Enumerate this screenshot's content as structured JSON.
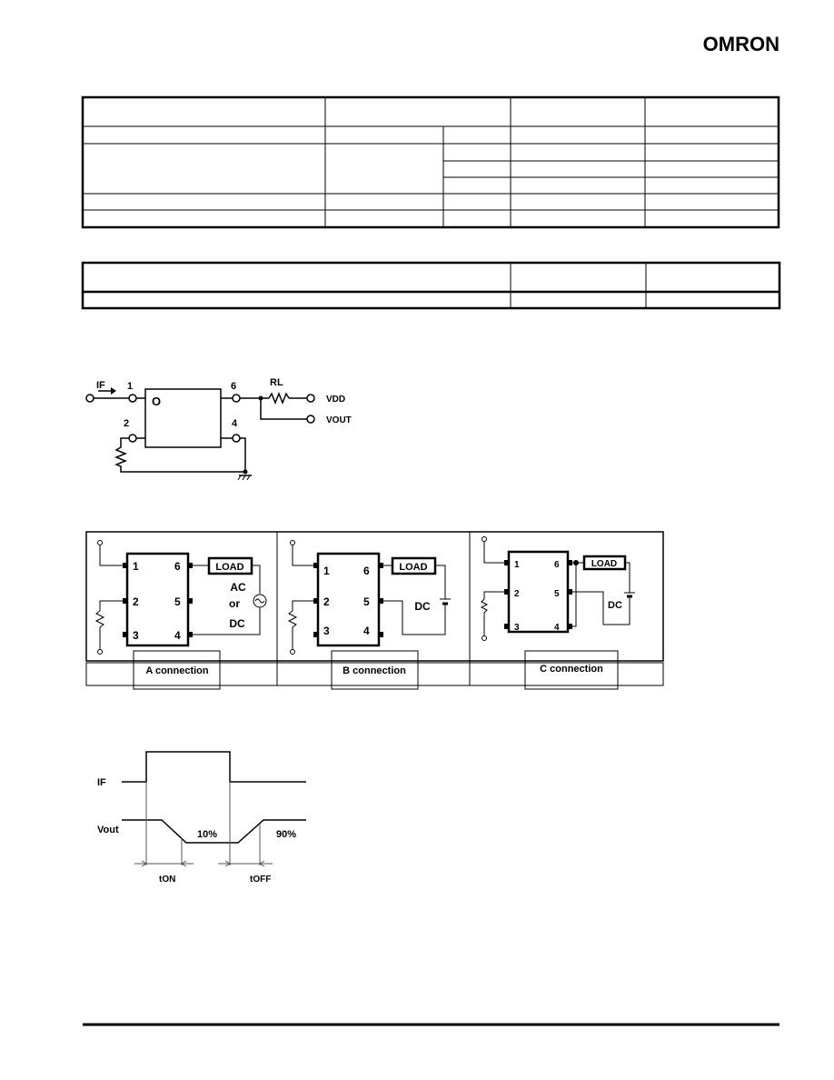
{
  "header": {
    "logo": "OMRON"
  },
  "test_circuit": {
    "input_label": "IF",
    "pin1": "1",
    "pin2": "2",
    "pin4": "4",
    "pin6": "6",
    "resistor_label": "RL",
    "vdd_label": "VDD",
    "vout_label": "VOUT",
    "chip_mark": "O"
  },
  "connections": {
    "pins": [
      "1",
      "2",
      "3",
      "4",
      "5",
      "6"
    ],
    "load_label": "LOAD",
    "a": {
      "label": "A connection",
      "supply_lines": [
        "AC",
        "or",
        "DC"
      ]
    },
    "b": {
      "label": "B connection",
      "supply": "DC"
    },
    "c": {
      "label": "C connection",
      "supply": "DC"
    }
  },
  "timing": {
    "if_label": "IF",
    "vout_label": "Vout",
    "low_pct": "10%",
    "high_pct": "90%",
    "ton_label": "tON",
    "toff_label": "tOFF"
  }
}
